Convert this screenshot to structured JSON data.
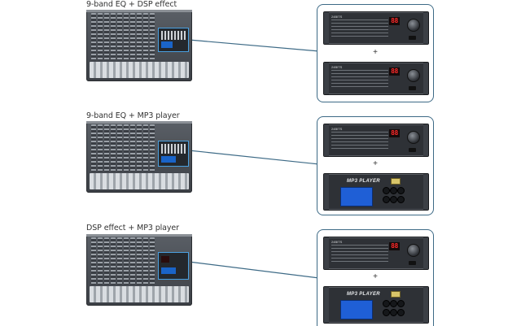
{
  "rows": [
    {
      "label": "9-band EQ + DSP effect",
      "module": "eq-dsp",
      "top_panel": "dsp",
      "bottom_panel": "dsp"
    },
    {
      "label": "9-band EQ + MP3 player",
      "module": "eq-mp3",
      "top_panel": "dsp",
      "bottom_panel": "mp3"
    },
    {
      "label": "DSP effect + MP3 player",
      "module": "dsp-mp3",
      "top_panel": "dsp",
      "bottom_panel": "mp3"
    }
  ],
  "plus_sign": "+",
  "dsp_panel": {
    "brand": "24BITS",
    "led_value": "88"
  },
  "mp3_panel": {
    "title": "MP3 PLAYER"
  },
  "colors": {
    "connector": "#3d6a86",
    "frame": "#3d6a86",
    "led": "#ff2a2a",
    "lcd": "#1f5fd6"
  }
}
